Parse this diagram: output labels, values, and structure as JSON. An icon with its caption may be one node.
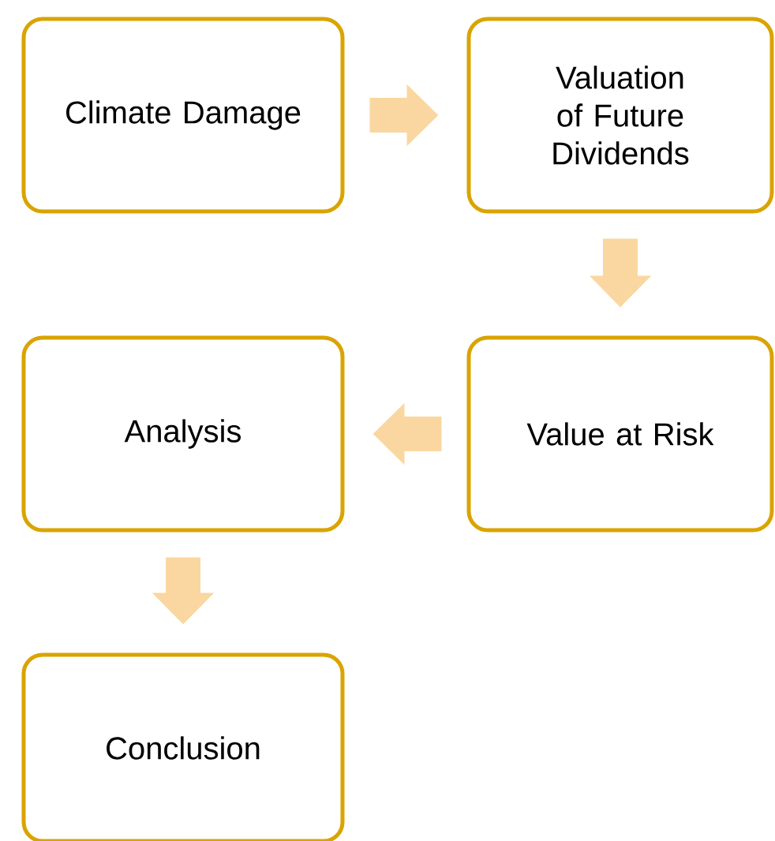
{
  "diagram": {
    "nodes": [
      {
        "text": [
          "Climate Damage"
        ]
      },
      {
        "text": [
          "Valuation of Future Dividends"
        ]
      },
      {
        "text": [
          "Value at Risk"
        ]
      },
      {
        "text": [
          "Analysis"
        ]
      },
      {
        "text": [
          "Conclusion"
        ]
      }
    ],
    "edges": [
      {
        "from": 0,
        "to": 1,
        "arrow": "to"
      },
      {
        "from": 1,
        "to": 2,
        "arrow": "to"
      },
      {
        "from": 2,
        "to": 3,
        "arrow": "to"
      },
      {
        "from": 3,
        "to": 4,
        "arrow": "to"
      }
    ]
  }
}
